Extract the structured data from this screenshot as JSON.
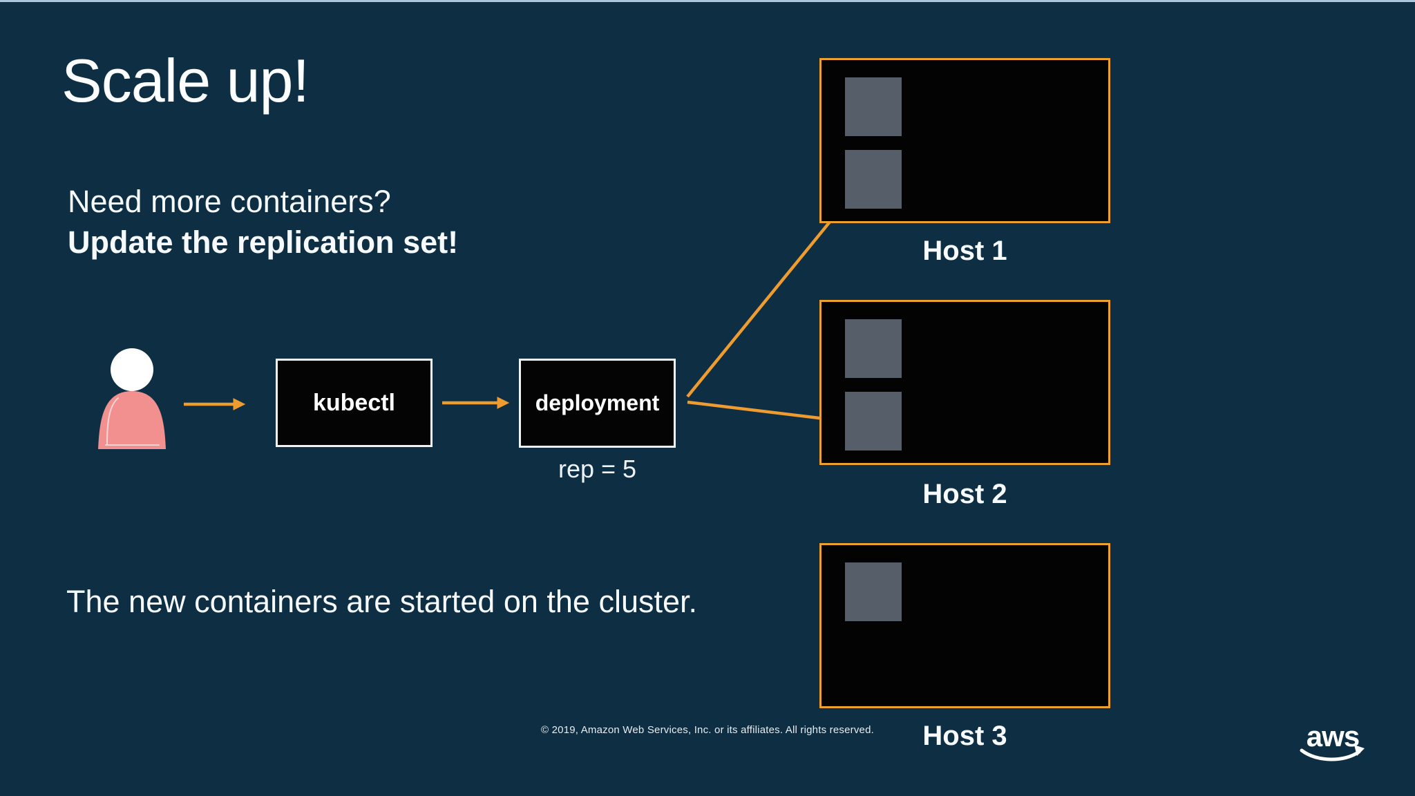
{
  "slide": {
    "title": "Scale up!",
    "subtitle": {
      "line1": "Need more containers?",
      "line2": "Update the replication set!"
    },
    "body_text": "The new containers are started on the cluster.",
    "copyright": "© 2019, Amazon Web Services, Inc. or its affiliates. All rights reserved.",
    "logo_text": "aws"
  },
  "diagram": {
    "kubectl_label": "kubectl",
    "deployment_label": "deployment",
    "replica_annotation": "rep = 5",
    "hosts": [
      {
        "label": "Host 1",
        "containers": 2
      },
      {
        "label": "Host 2",
        "containers": 2
      },
      {
        "label": "Host 3",
        "containers": 1
      }
    ],
    "arrows": [
      "user to kubectl",
      "kubectl to deployment",
      "deployment to Host 1",
      "deployment to Host 2"
    ]
  },
  "colors": {
    "background": "#0d2e43",
    "accent_orange": "#ee9c2f",
    "host_border": "#eea02f",
    "node_fill": "#040404",
    "node_border": "#f2f3f4",
    "container_gray": "#555e69",
    "person_fill": "#f28f8f",
    "text": "#ffffff"
  }
}
